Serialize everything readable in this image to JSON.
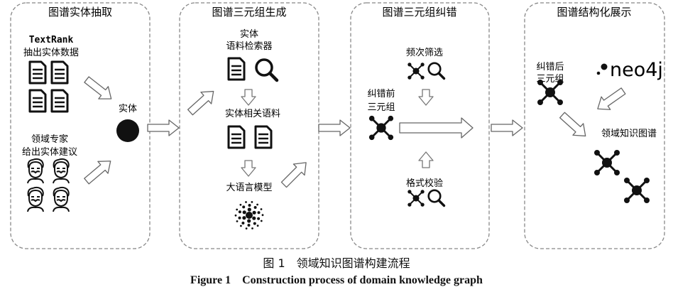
{
  "panels": [
    {
      "title": "图谱实体抽取"
    },
    {
      "title": "图谱三元组生成"
    },
    {
      "title": "图谱三元组纠错"
    },
    {
      "title": "图谱结构化展示"
    }
  ],
  "labels": {
    "textrank_1": "TextRank",
    "textrank_2": "抽出实体数据",
    "experts_1": "领域专家",
    "experts_2": "给出实体建议",
    "entity": "实体",
    "retriever_1": "实体",
    "retriever_2": "语料检索器",
    "corpus": "实体相关语料",
    "llm": "大语言模型",
    "freq_filter": "频次筛选",
    "before_1": "纠错前",
    "before_2": "三元组",
    "format_check": "格式校验",
    "after_1": "纠错后",
    "after_2": "三元组",
    "neo4j": "neo4j",
    "domain_kg": "领域知识图谱"
  },
  "caption": {
    "zh": "图 1　领域知识图谱构建流程",
    "en": "Figure 1　Construction process of domain knowledge graph"
  },
  "icons": [
    "document-icon",
    "expert-face-icon",
    "entity-dot-icon",
    "search-icon",
    "graph-node-icon",
    "llm-dots-icon",
    "neo4j-logo-icon",
    "arrow-icon"
  ]
}
